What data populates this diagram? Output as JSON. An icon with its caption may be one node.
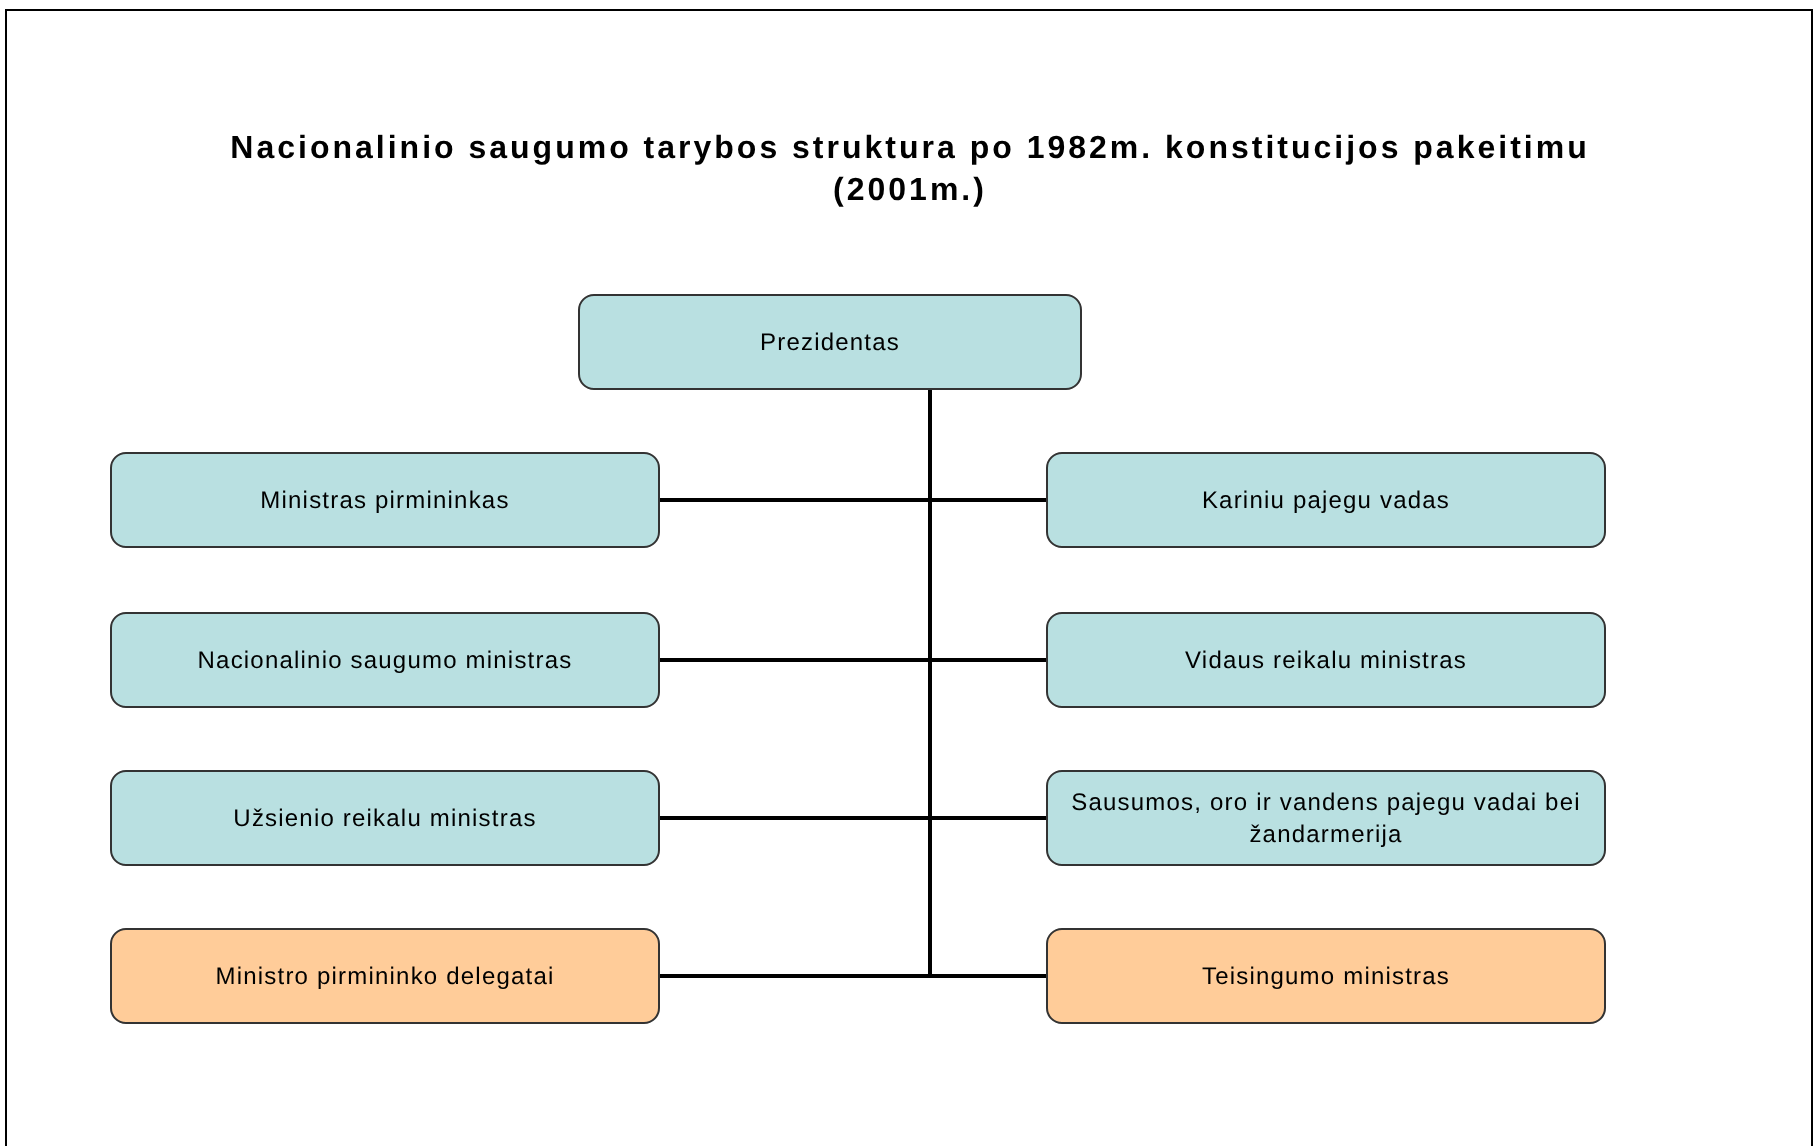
{
  "diagram": {
    "title": "Nacionalinio saugumo tarybos struktura po 1982m. konstitucijos pakeitimu (2001m.)",
    "nodes": [
      {
        "text": [
          "Prezidentas"
        ]
      },
      {
        "text": [
          "Ministras pirmininkas"
        ]
      },
      {
        "text": [
          "Kariniu pajegu vadas"
        ]
      },
      {
        "text": [
          "Nacionalinio saugumo ministras"
        ]
      },
      {
        "text": [
          "Vidaus reikalu ministras"
        ]
      },
      {
        "text": [
          "Užsienio reikalu ministras"
        ]
      },
      {
        "text": [
          "Sausumos, oro ir vandens pajegu vadai bei žandarmerija"
        ]
      },
      {
        "text": [
          "Ministro pirmininko delegatai"
        ]
      },
      {
        "text": [
          "Teisingumo ministras"
        ]
      }
    ],
    "edges": [
      {
        "from": 0,
        "to": 1,
        "arrow": "none"
      },
      {
        "from": 0,
        "to": 2,
        "arrow": "none"
      },
      {
        "from": 0,
        "to": 3,
        "arrow": "none"
      },
      {
        "from": 0,
        "to": 4,
        "arrow": "none"
      },
      {
        "from": 0,
        "to": 5,
        "arrow": "none"
      },
      {
        "from": 0,
        "to": 6,
        "arrow": "none"
      },
      {
        "from": 0,
        "to": 7,
        "arrow": "none"
      },
      {
        "from": 0,
        "to": 8,
        "arrow": "none"
      }
    ]
  }
}
